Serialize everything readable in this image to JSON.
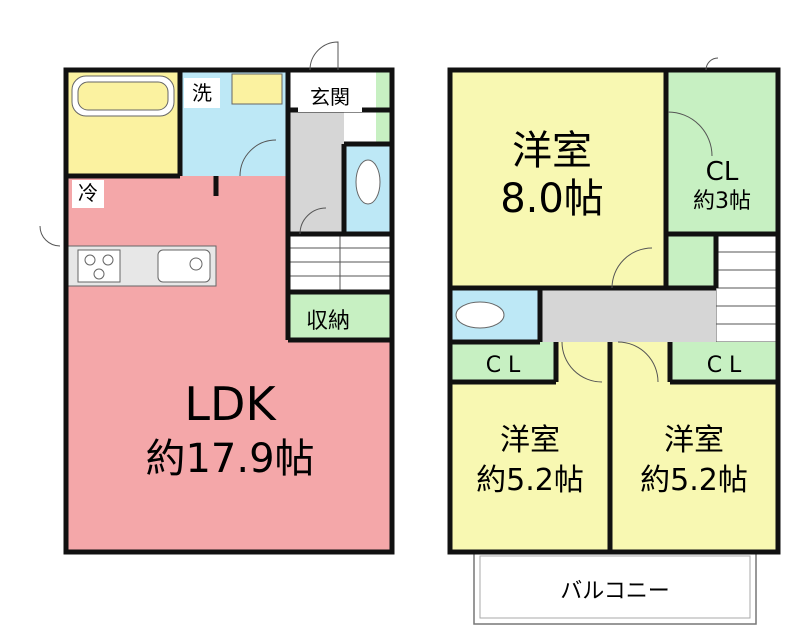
{
  "floor1": {
    "rooms": {
      "ldk_name": "LDK",
      "ldk_size": "約17.9帖",
      "washroom": "洗",
      "entrance": "玄関",
      "fridge": "冷",
      "storage": "収納"
    }
  },
  "floor2": {
    "rooms": {
      "western_main_name": "洋室",
      "western_main_size": "8.0帖",
      "cl_large_name": "CL",
      "cl_large_size": "約3帖",
      "cl_left": "C L",
      "cl_right": "C L",
      "western_left_name": "洋室",
      "western_left_size": "約5.2帖",
      "western_right_name": "洋室",
      "western_right_size": "約5.2帖",
      "balcony": "バルコニー"
    }
  },
  "colors": {
    "ldk": "#f4a7a9",
    "bath": "#fbf2a0",
    "utility": "#bde8f6",
    "western": "#f8f8b2",
    "closet": "#c7f0c2",
    "hall": "#d6d6d6",
    "wall": "#111111"
  }
}
